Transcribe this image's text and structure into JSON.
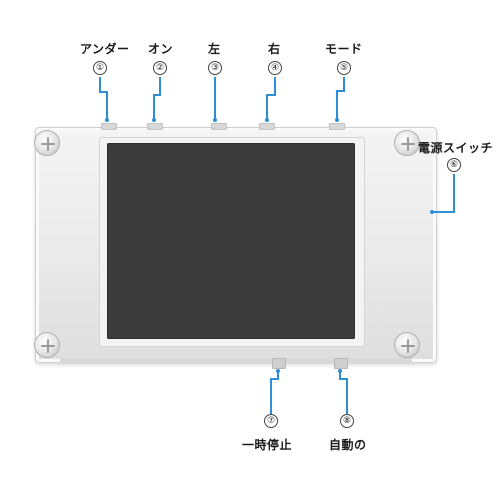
{
  "labels": {
    "under": {
      "text": "アンダー",
      "num": "①"
    },
    "on": {
      "text": "オン",
      "num": "②"
    },
    "left": {
      "text": "左",
      "num": "③"
    },
    "right": {
      "text": "右",
      "num": "④"
    },
    "mode": {
      "text": "モード",
      "num": "⑤"
    },
    "power": {
      "text": "電源スイッチ",
      "num": "⑥"
    },
    "pause": {
      "text": "一時停止",
      "num": "⑦"
    },
    "auto": {
      "text": "自動の",
      "num": "⑧"
    }
  },
  "colors": {
    "leader_line": "#2f8fd6",
    "screen": "#3b3b3b",
    "case": "#ececec"
  },
  "icons": {
    "screw": "screw-icon"
  }
}
